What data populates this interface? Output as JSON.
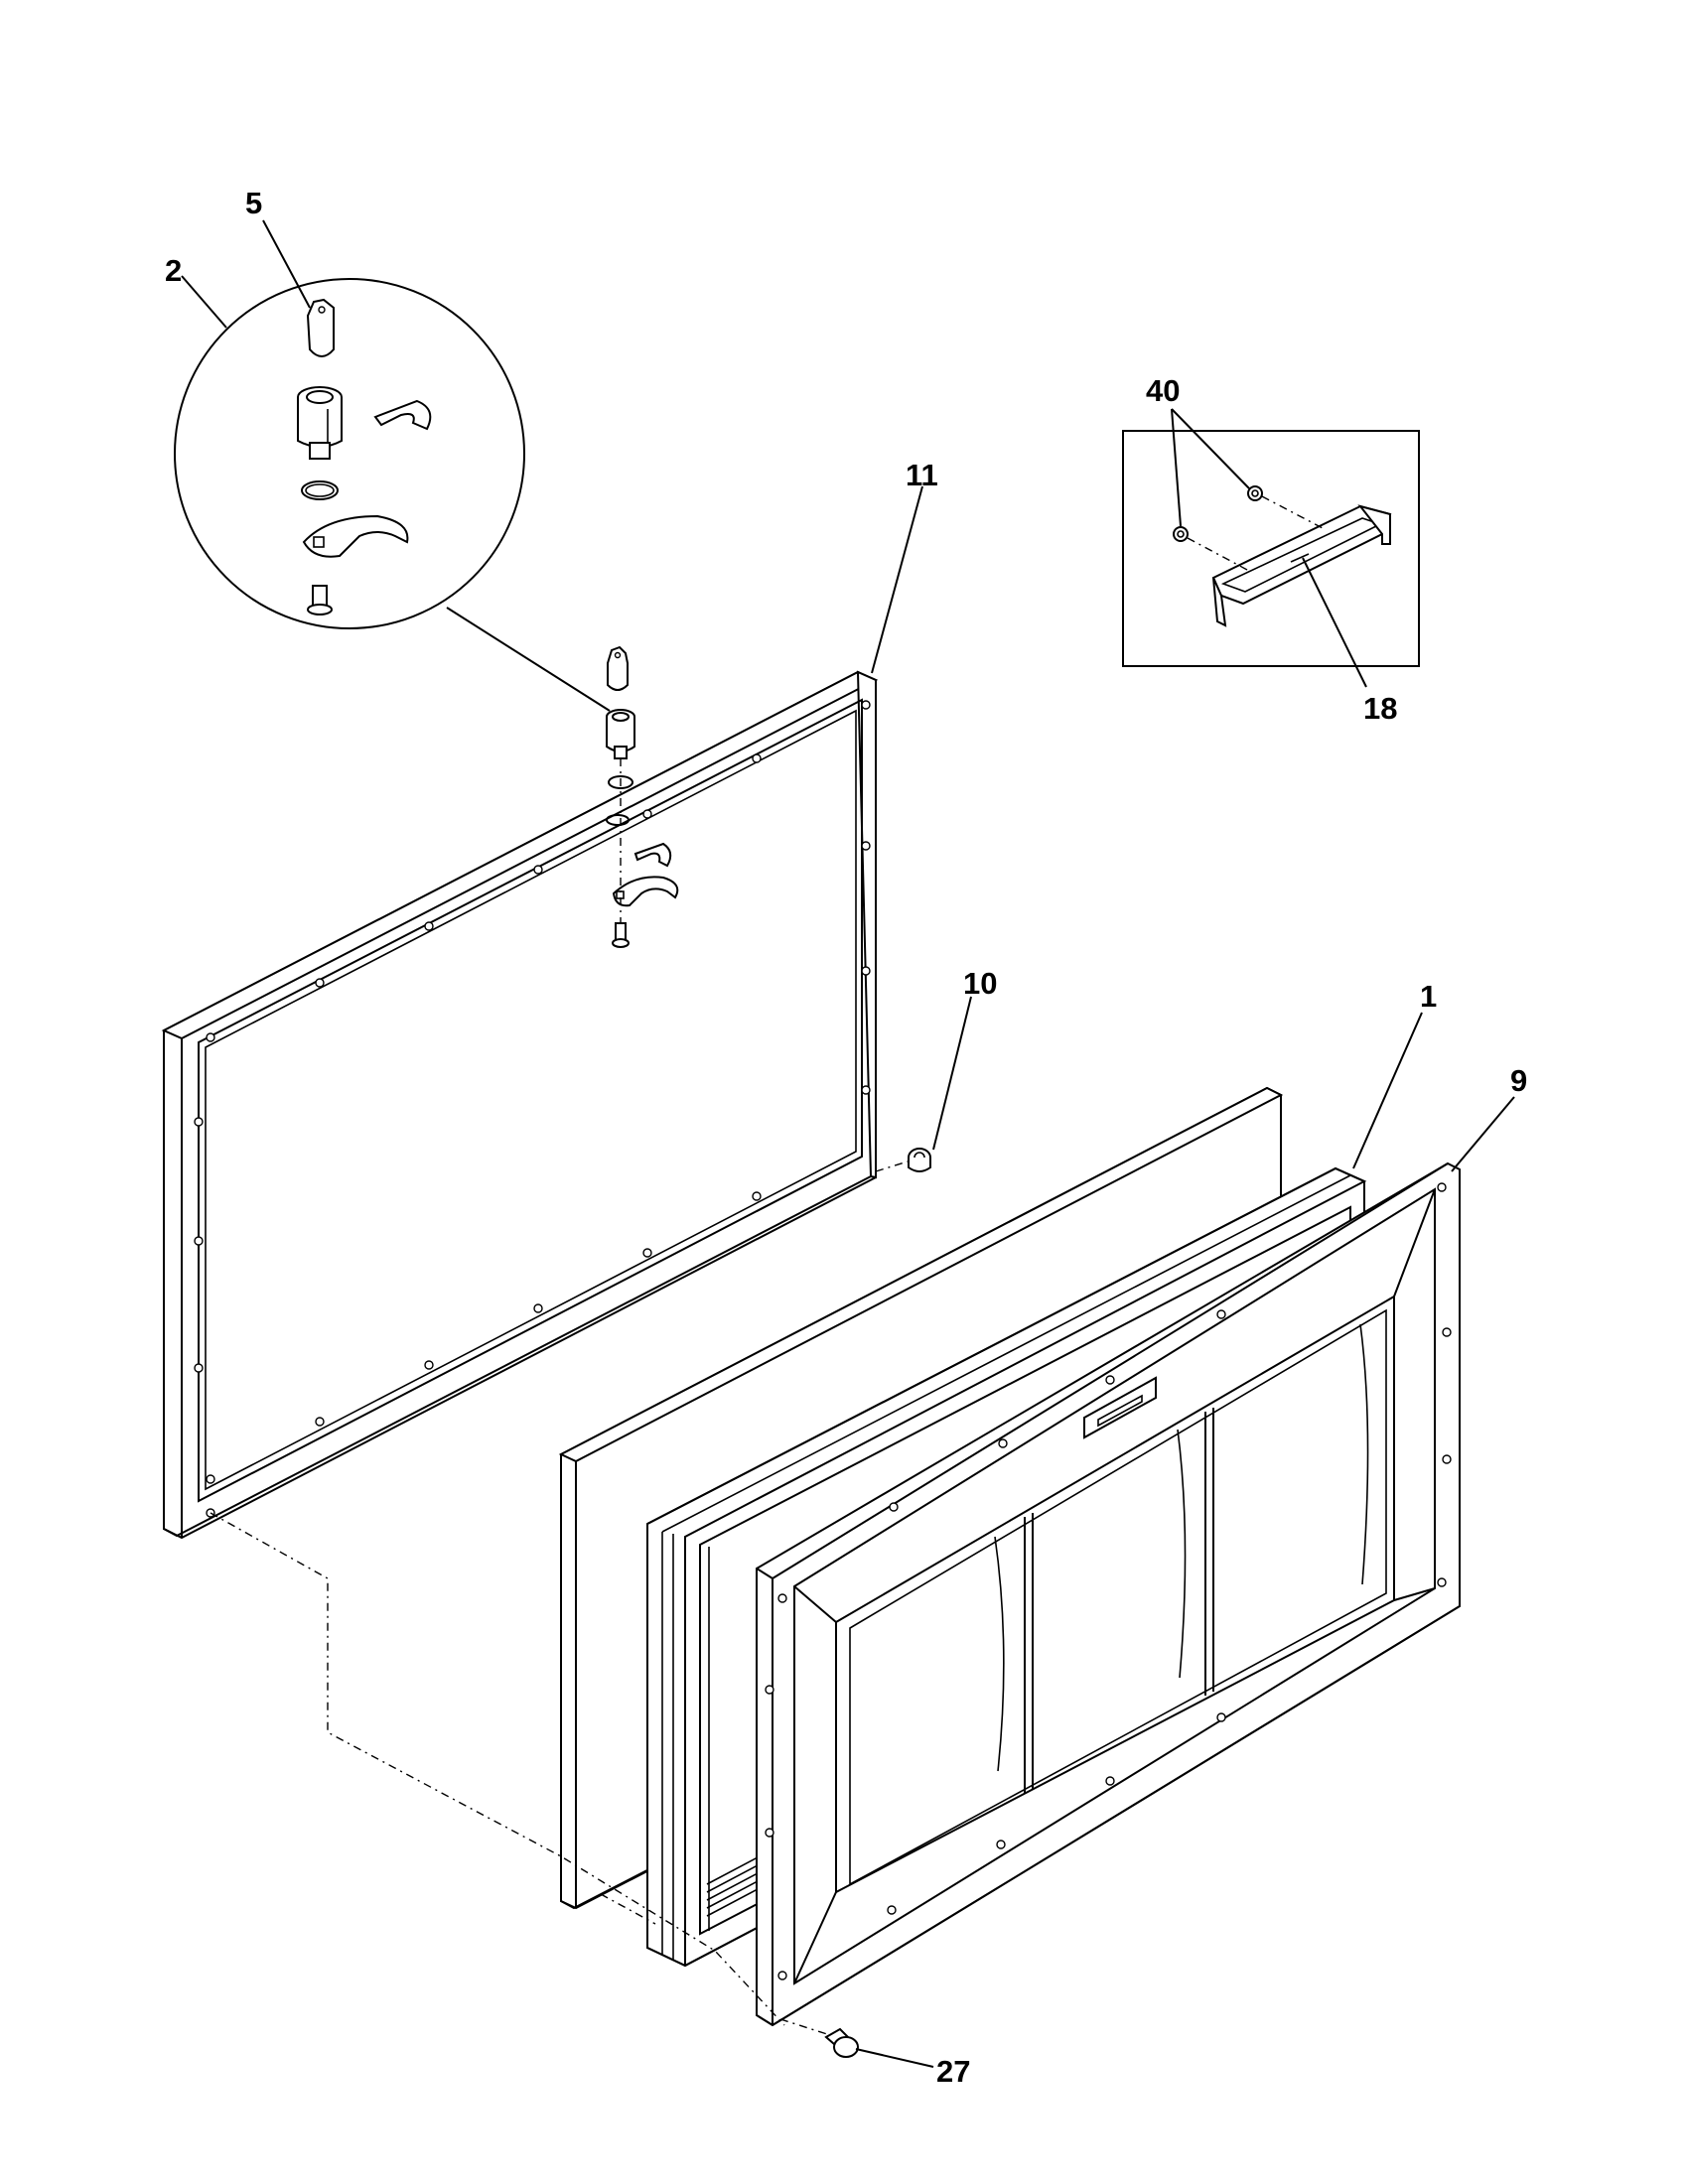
{
  "callouts": {
    "c1": "1",
    "c2": "2",
    "c5": "5",
    "c9": "9",
    "c10": "10",
    "c11": "11",
    "c18": "18",
    "c27": "27",
    "c40": "40"
  }
}
